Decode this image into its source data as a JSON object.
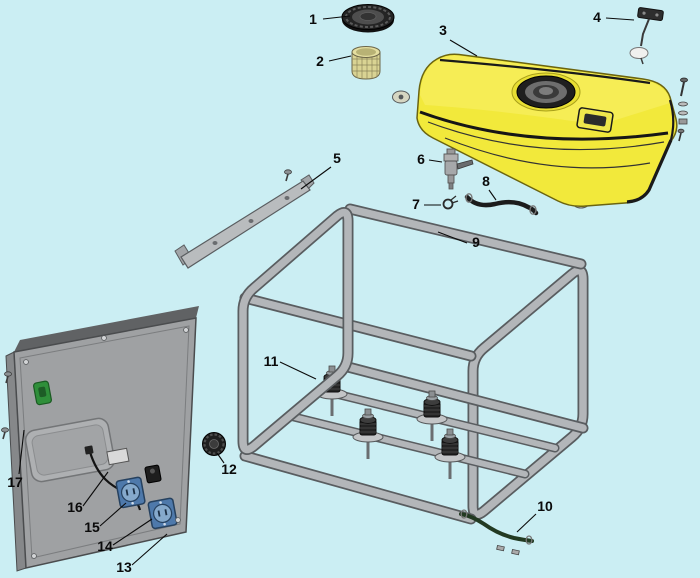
{
  "diagram": {
    "description": "exploded-parts-diagram-generator",
    "background_color": "#cbeef3",
    "colors": {
      "bg": "#cbeef3",
      "tank": "#f2e93b",
      "frame": "#b3b6b9",
      "frame_edge": "#595d60",
      "panel": "#9fa1a3",
      "panel_top": "#606264",
      "outlet": "#4e79ab",
      "switch_green": "#2f8f3a",
      "hose": "#1c1c1c",
      "hose_lower": "#223a22",
      "callout": "#0a0a0a"
    },
    "callouts": [
      {
        "num": "1",
        "part": "fuel-cap"
      },
      {
        "num": "2",
        "part": "fuel-strainer"
      },
      {
        "num": "3",
        "part": "fuel-tank"
      },
      {
        "num": "4",
        "part": "fuel-gauge"
      },
      {
        "num": "5",
        "part": "support-bracket"
      },
      {
        "num": "6",
        "part": "fuel-valve"
      },
      {
        "num": "7",
        "part": "hose-clamp"
      },
      {
        "num": "8",
        "part": "fuel-hose-upper"
      },
      {
        "num": "9",
        "part": "frame"
      },
      {
        "num": "10",
        "part": "fuel-hose-lower"
      },
      {
        "num": "11",
        "part": "vibration-mount"
      },
      {
        "num": "12",
        "part": "panel-knob"
      },
      {
        "num": "13",
        "part": "control-panel"
      },
      {
        "num": "14",
        "part": "outlet-lower"
      },
      {
        "num": "15",
        "part": "outlet-upper"
      },
      {
        "num": "16",
        "part": "indicator-label"
      },
      {
        "num": "17",
        "part": "panel-flange"
      }
    ]
  }
}
